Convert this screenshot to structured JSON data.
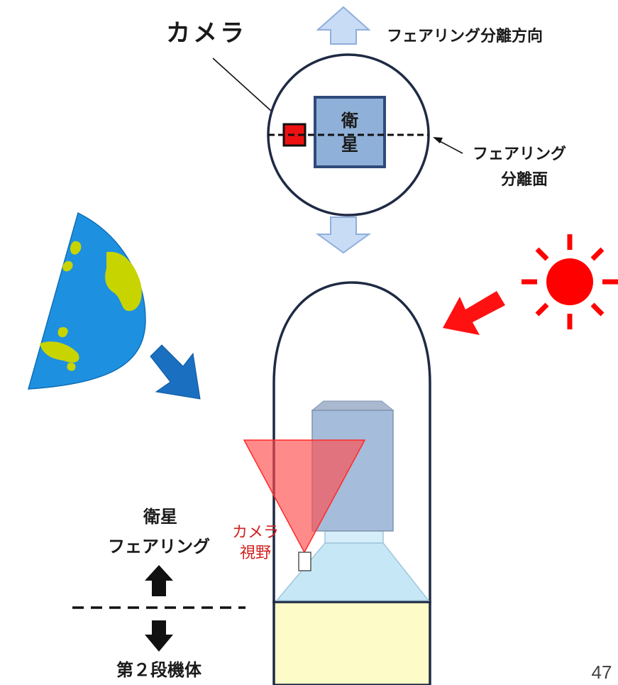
{
  "labels": {
    "camera": "カメラ",
    "fairing_direction": "フェアリング分離方向",
    "satellite_line1": "衛",
    "satellite_line2": "星",
    "separation_plane_line1": "フェアリング",
    "separation_plane_line2": "分離面",
    "camera_fov_line1": "カメラ",
    "camera_fov_line2": "視野",
    "upper_line1": "衛星",
    "upper_line2": "フェアリング",
    "lower": "第２段機体",
    "page_number": "47"
  },
  "colors": {
    "outline": "#1f2a44",
    "arrow_fill_light": "#c9dcf5",
    "arrow_stroke_light": "#8faedc",
    "satellite_fill": "#8fb0d8",
    "satellite_stroke": "#2f4a7a",
    "camera_red": "#ee1111",
    "sun_red": "#ff0000",
    "earth_blue": "#1e90e0",
    "earth_land": "#c8d400",
    "earth_arrow": "#1a6fc0",
    "fov_red": "#ff4b4b",
    "adapter_fill": "#c6e8f6",
    "stage_fill": "#fdfcc8"
  },
  "icons": [
    "sun-icon",
    "earth-icon",
    "up-arrow-icon",
    "down-arrow-icon"
  ]
}
